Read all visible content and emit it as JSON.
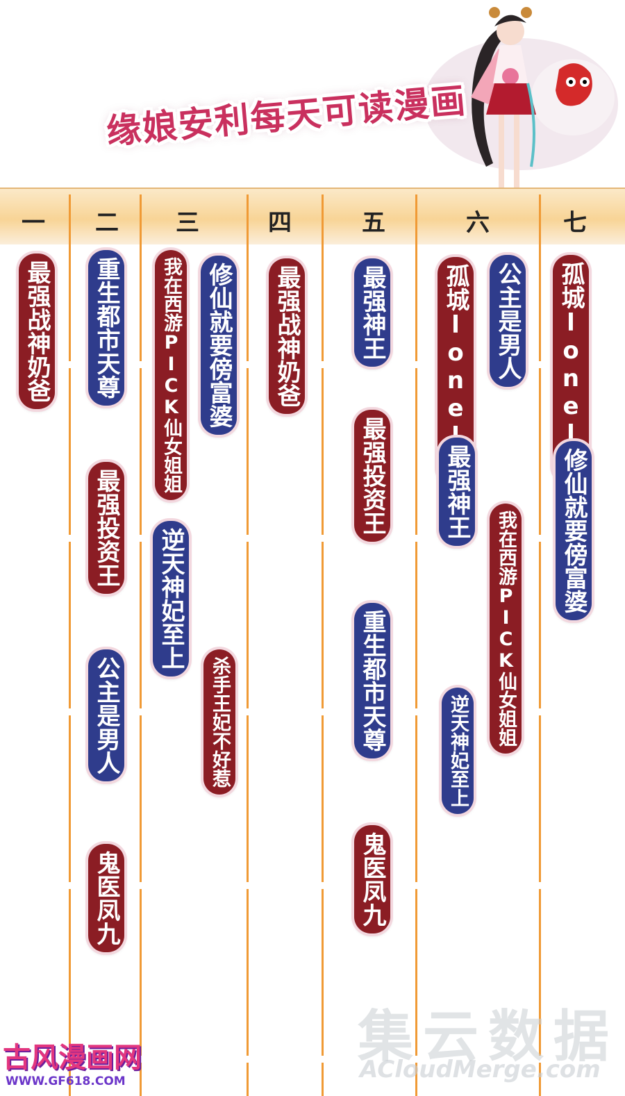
{
  "banner": {
    "title": "缘娘安利每天可读漫画"
  },
  "days": [
    "一",
    "二",
    "三",
    "四",
    "五",
    "六",
    "七"
  ],
  "columns": [
    {
      "day": "一",
      "items": [
        {
          "title": "最强战神奶爸",
          "color": "red"
        }
      ]
    },
    {
      "day": "二",
      "items": [
        {
          "title": "重生都市天尊",
          "color": "blue"
        },
        {
          "title": "最强投资王",
          "color": "red"
        },
        {
          "title": "公主是男人",
          "color": "blue"
        },
        {
          "title": "鬼医凤九",
          "color": "red"
        }
      ]
    },
    {
      "day": "三",
      "items": [
        {
          "title": "我在西游PICK仙女姐姐",
          "color": "red"
        },
        {
          "title": "修仙就要傍富婆",
          "color": "blue"
        },
        {
          "title": "逆天神妃至上",
          "color": "blue"
        },
        {
          "title": "杀手王妃不好惹",
          "color": "red"
        }
      ]
    },
    {
      "day": "四",
      "items": [
        {
          "title": "最强战神奶爸",
          "color": "red"
        }
      ]
    },
    {
      "day": "五",
      "items": [
        {
          "title": "最强神王",
          "color": "blue"
        },
        {
          "title": "最强投资王",
          "color": "red"
        },
        {
          "title": "重生都市天尊",
          "color": "blue"
        },
        {
          "title": "鬼医凤九",
          "color": "red"
        }
      ]
    },
    {
      "day": "六",
      "items": [
        {
          "title": "孤城lonely",
          "color": "red"
        },
        {
          "title": "公主是男人",
          "color": "blue"
        },
        {
          "title": "最强神王",
          "color": "blue"
        },
        {
          "title": "我在西游PICK仙女姐姐",
          "color": "red"
        },
        {
          "title": "逆天神妃至上",
          "color": "blue"
        }
      ]
    },
    {
      "day": "七",
      "items": [
        {
          "title": "孤城lonely",
          "color": "red"
        },
        {
          "title": "修仙就要傍富婆",
          "color": "blue"
        }
      ]
    }
  ],
  "colors": {
    "red": "#8b1d24",
    "blue": "#2f3c8c",
    "accent": "#f09a35",
    "title": "#c9305e"
  },
  "watermark": {
    "line1": "集云数据",
    "line2": "ACloudMerge.com"
  },
  "site": {
    "name": "古风漫画网",
    "url": "WWW.GF618.COM"
  }
}
